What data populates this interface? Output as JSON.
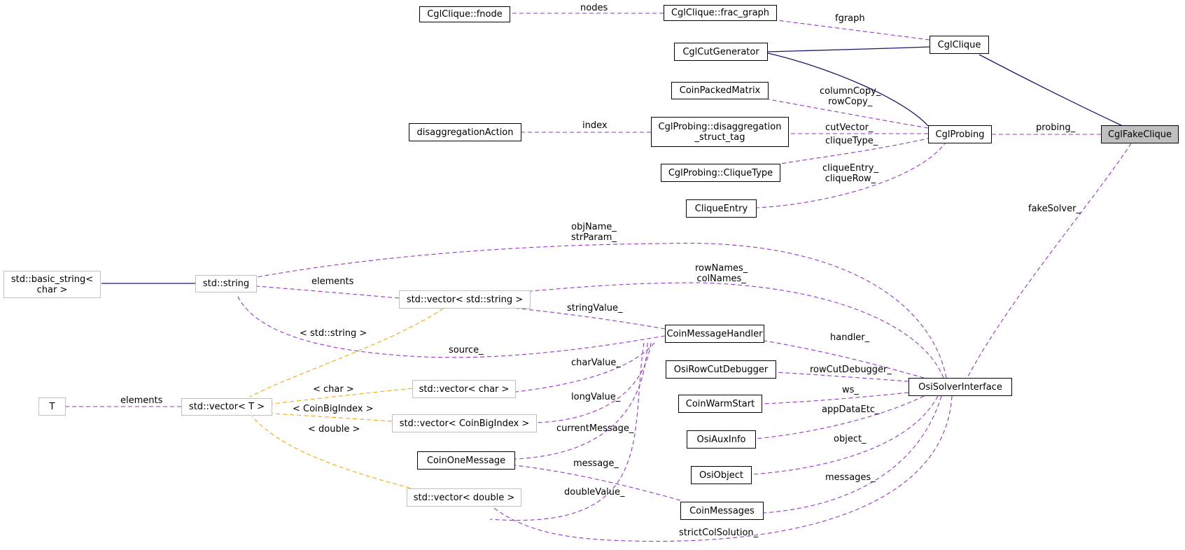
{
  "nodes": {
    "cgl_clique_fnode": "CglClique::fnode",
    "cgl_clique_frac_graph": "CglClique::frac_graph",
    "cgl_cut_generator": "CglCutGenerator",
    "cgl_clique": "CglClique",
    "coin_packed_matrix": "CoinPackedMatrix",
    "disaggregation_action": "disaggregationAction",
    "cgl_probing_disaggregation": "CglProbing::disaggregation\n_struct_tag",
    "cgl_probing": "CglProbing",
    "cgl_fake_clique": "CglFakeClique",
    "cgl_probing_clique_type": "CglProbing::CliqueType",
    "clique_entry": "CliqueEntry",
    "std_basic_string": "std::basic_string<\nchar >",
    "std_string": "std::string",
    "std_vector_string": "std::vector< std::string >",
    "coin_message_handler": "CoinMessageHandler",
    "osi_row_cut_debugger": "OsiRowCutDebugger",
    "osi_solver_interface": "OsiSolverInterface",
    "t": "T",
    "std_vector_t": "std::vector< T >",
    "std_vector_char": "std::vector< char >",
    "coin_warm_start": "CoinWarmStart",
    "std_vector_coin_big_index": "std::vector< CoinBigIndex >",
    "osi_aux_info": "OsiAuxInfo",
    "coin_one_message": "CoinOneMessage",
    "osi_object": "OsiObject",
    "std_vector_double": "std::vector< double >",
    "coin_messages": "CoinMessages"
  },
  "edge_labels": {
    "nodes": "nodes",
    "fgraph": "fgraph",
    "column_copy_row_copy": "columnCopy_\nrowCopy_",
    "index": "index",
    "cut_vector": "cutVector_",
    "probing": "probing_",
    "clique_type": "cliqueType_",
    "clique_entry_clique_row": "cliqueEntry_\ncliqueRow_",
    "fake_solver": "fakeSolver_",
    "obj_name_str_param": "objName_\nstrParam_",
    "row_names_col_names": "rowNames_\ncolNames_",
    "elements_string": "elements",
    "string_value": "stringValue_",
    "lt_std_string": "< std::string >",
    "source": "source_",
    "handler": "handler_",
    "char_value": "charValue_",
    "row_cut_debugger": "rowCutDebugger_",
    "lt_char": "< char >",
    "elements_t": "elements",
    "ws": "ws_",
    "lt_coin_big_index": "< CoinBigIndex >",
    "long_value": "longValue_",
    "app_data_etc": "appDataEtc_",
    "current_message": "currentMessage_",
    "lt_double": "< double >",
    "object": "object_",
    "message": "message_",
    "messages": "messages_",
    "double_value": "doubleValue_",
    "strict_col_solution": "strictColSolution_"
  },
  "colors": {
    "inheritance": "#191970",
    "usage": "#9a32cd",
    "template": "#ffa500",
    "node_border": "#000000",
    "external_border": "#bfbfbf",
    "focus_fill": "#bfbfbf"
  }
}
